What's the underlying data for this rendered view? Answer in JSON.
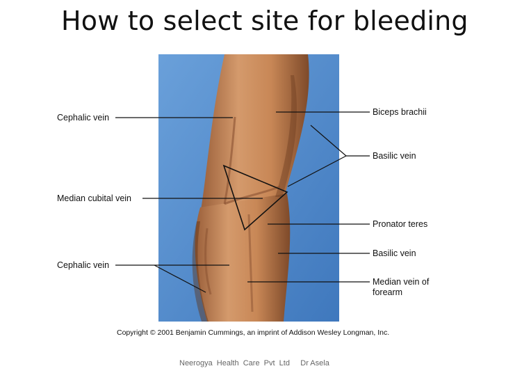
{
  "slide": {
    "title": "How to select site for bleeding"
  },
  "figure": {
    "labels_left": {
      "cephalic_upper": "Cephalic vein",
      "median_cubital": "Median cubital vein",
      "cephalic_lower": "Cephalic vein"
    },
    "labels_right": {
      "biceps": "Biceps brachii",
      "basilic_upper": "Basilic vein",
      "pronator": "Pronator teres",
      "basilic_lower": "Basilic vein",
      "median_forearm_1": "Median vein of",
      "median_forearm_2": "forearm"
    },
    "copyright": "Copyright © 2001 Benjamin Cummings, an imprint of Addison Wesley Longman, Inc.",
    "colors": {
      "background_blue": "#4f87c8",
      "skin": "#c98a5e",
      "skin_shadow": "#8c5634"
    }
  },
  "footer": {
    "text": "Neerogya  Health  Care  Pvt  Ltd     Dr Asela"
  }
}
